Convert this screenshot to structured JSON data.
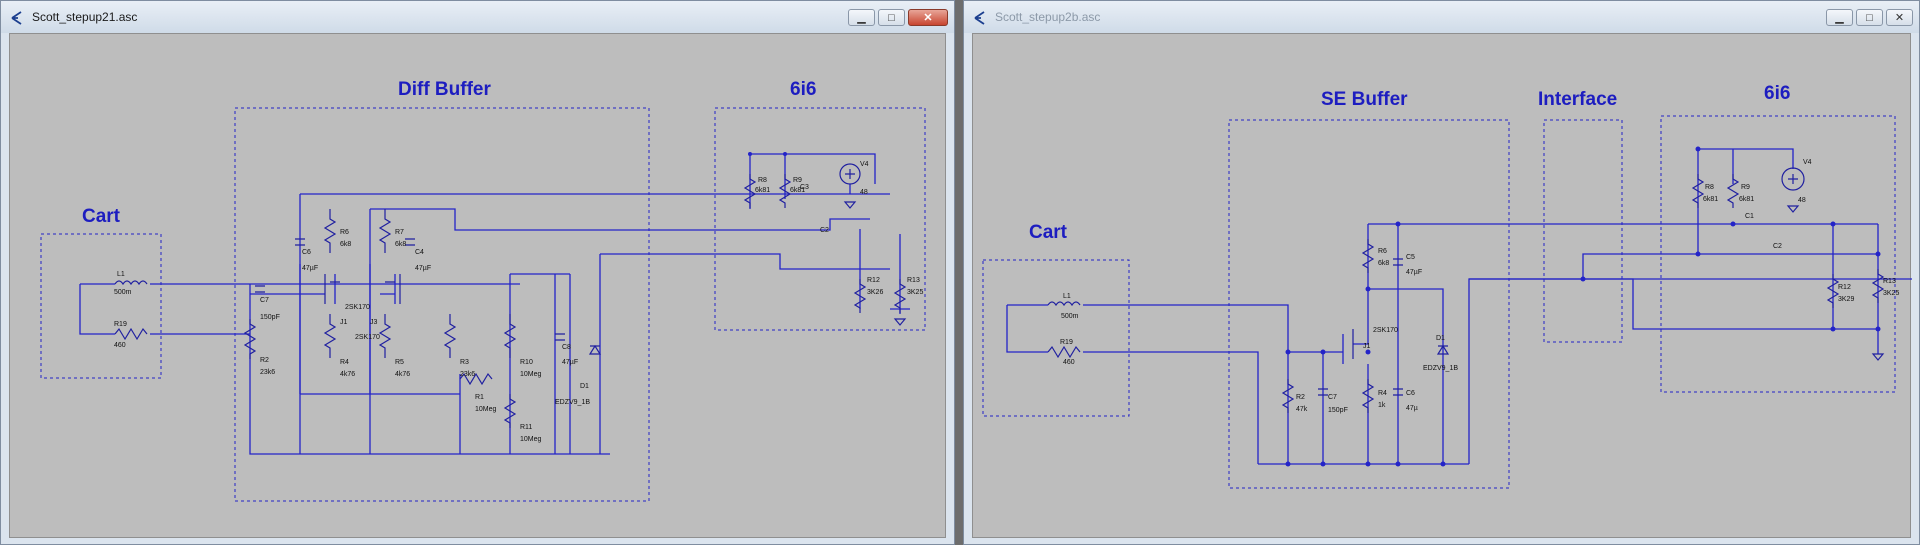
{
  "windows": [
    {
      "title": "Scott_stepup21.asc",
      "controls": {
        "minimize": "▁",
        "maximize": "□",
        "close": "✕"
      },
      "blocks": {
        "cart": "Cart",
        "diff_buffer": "Diff Buffer",
        "tube": "6i6"
      },
      "components": {
        "L1": "L1",
        "L1_val": "500m",
        "R19": "R19",
        "R19_val": "460",
        "C7": "C7",
        "C7_val": "150pF",
        "R2": "R2",
        "R2_val": "23k6",
        "C6": "C6",
        "C6_val": "47µF",
        "R6": "R6",
        "R6_val": "6k8",
        "R7": "R7",
        "R7_val": "6k8",
        "C4": "C4",
        "C4_val": "47µF",
        "J1_part": "2SK170",
        "J1": "J1",
        "J3": "J3",
        "J3_part": "2SK170",
        "R4": "R4",
        "R4_val": "4k76",
        "R5": "R5",
        "R5_val": "4k76",
        "R3": "R3",
        "R3_val": "23k6",
        "R1": "R1",
        "R1_val": "10Meg",
        "R10": "R10",
        "R10_val": "10Meg",
        "R11": "R11",
        "R11_val": "10Meg",
        "C8": "C8",
        "C8_val": "47µF",
        "D1": "D1",
        "D1_part": "EDZV9_1B",
        "R8": "R8",
        "R8_val": "6k81",
        "R9": "R9",
        "R9_val": "6k81",
        "V4": "V4",
        "V4_val": "48",
        "C3": "C3",
        "C2": "C2",
        "R12": "R12",
        "R12_val": "3K26",
        "R13": "R13",
        "R13_val": "3K25"
      }
    },
    {
      "title": "Scott_stepup2b.asc",
      "controls": {
        "minimize": "▁",
        "maximize": "□",
        "close": "✕"
      },
      "blocks": {
        "cart": "Cart",
        "se_buffer": "SE Buffer",
        "interface": "Interface",
        "tube": "6i6"
      },
      "components": {
        "L1": "L1",
        "L1_val": "500m",
        "R19": "R19",
        "R19_val": "460",
        "R2": "R2",
        "R2_val": "47k",
        "C7": "C7",
        "C7_val": "150pF",
        "R6": "R6",
        "R6_val": "6k8",
        "C5": "C5",
        "C5_val": "47µF",
        "J1_part": "2SK170",
        "J1": "J1",
        "R4": "R4",
        "R4_val": "1k",
        "C6": "C6",
        "C6_val": "47µ",
        "D1": "D1",
        "D1_part": "EDZV9_1B",
        "R8": "R8",
        "R8_val": "6k81",
        "R9": "R9",
        "R9_val": "6k81",
        "V4": "V4",
        "V4_val": "48",
        "C1": "C1",
        "C2": "C2",
        "R12": "R12",
        "R12_val": "3K29",
        "R13": "R13",
        "R13_val": "3K25"
      }
    }
  ],
  "colors": {
    "wire": "#2424c8",
    "label": "#1d1dc0",
    "canvas": "#bdbdbd"
  },
  "icons": {
    "app": "ltspice-icon"
  }
}
